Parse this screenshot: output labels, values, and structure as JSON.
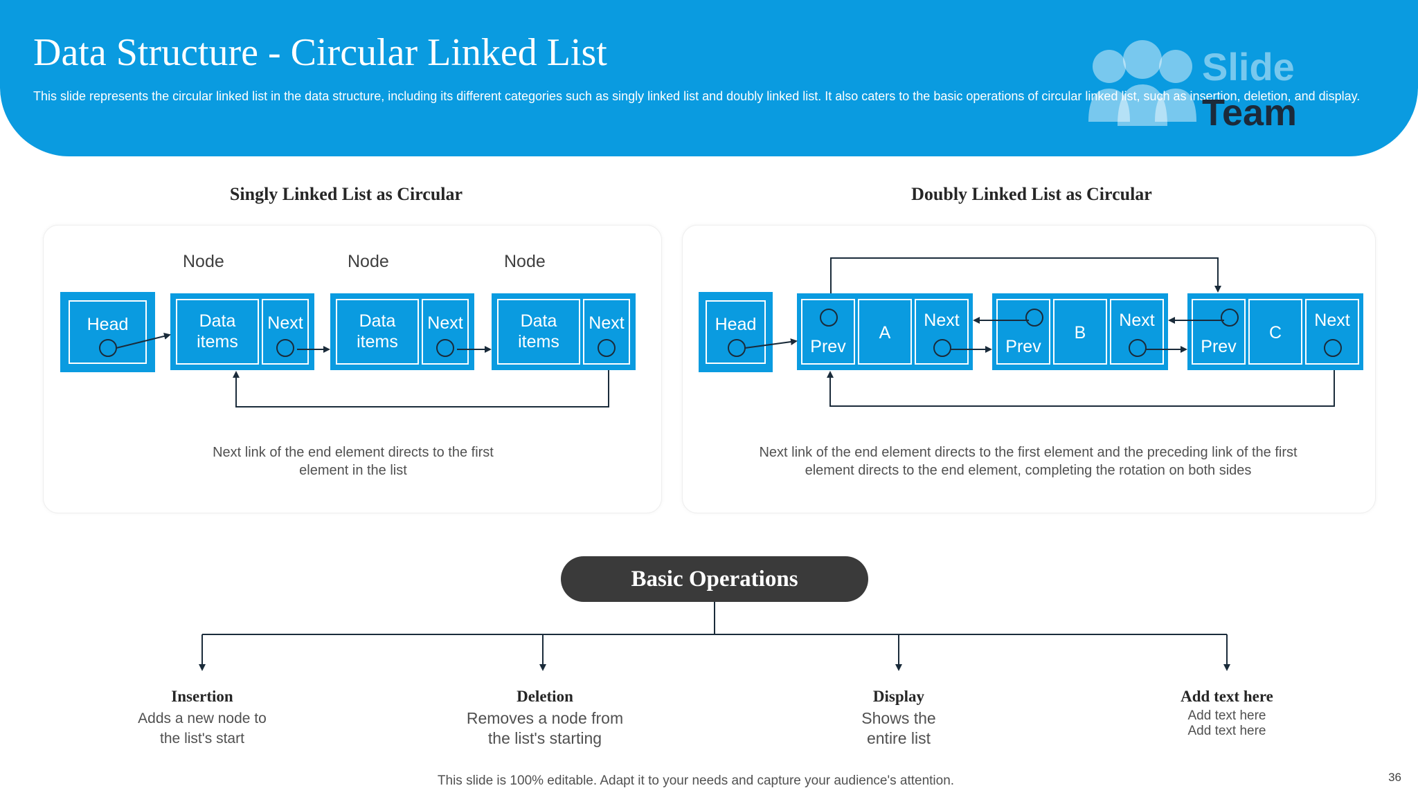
{
  "header": {
    "title": "Data Structure - Circular Linked List",
    "subtitle": "This slide represents the circular linked list in the data structure, including its different categories such as singly linked list and doubly linked list. It also caters to the basic operations of circular linked list, such as insertion, deletion, and display.",
    "logo_line1": "Slide",
    "logo_line2": "Team"
  },
  "singly": {
    "title": "Singly Linked List as Circular",
    "node_labels": [
      "Node",
      "Node",
      "Node"
    ],
    "head_label": "Head",
    "data_label": "Data items",
    "next_label": "Next",
    "caption": "Next link of the end element directs to the first element in the list"
  },
  "doubly": {
    "title": "Doubly Linked List as Circular",
    "head_label": "Head",
    "prev_label": "Prev",
    "next_label": "Next",
    "values": [
      "A",
      "B",
      "C"
    ],
    "caption": "Next link of the end element directs to the first element and the preceding link of the first element directs to the end element, completing the rotation on both sides"
  },
  "operations": {
    "title": "Basic Operations",
    "items": [
      {
        "title": "Insertion",
        "desc": "Adds a new node to the list's start"
      },
      {
        "title": "Deletion",
        "desc": "Removes a node from the list's starting"
      },
      {
        "title": "Display",
        "desc": "Shows the entire list"
      },
      {
        "title": "Add text here",
        "desc": "Add text here Add text here"
      }
    ]
  },
  "footer": "This slide is 100% editable. Adapt it to your needs and capture your audience's attention.",
  "page_number": "36",
  "colors": {
    "accent": "#0a9be0",
    "dark": "#3a3a3a",
    "arrow": "#1a2b3a"
  }
}
